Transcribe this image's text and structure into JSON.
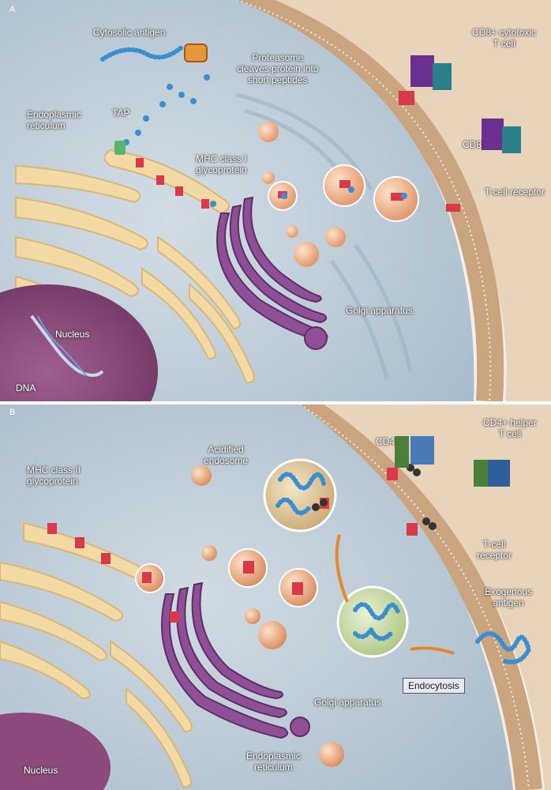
{
  "panel_a": {
    "letter": "A",
    "cytosolic_antigen": "Cytosolic antigen",
    "proteasome": "Proteasome\ncleaves protein into\nshort peptides",
    "tap": "TAP",
    "er": "Endoplasmic\nreticulum",
    "mhc1": "MHC class I\nglycoprotein",
    "cd8_tcell": "CD8+ cytotoxic\nT cell",
    "cd8": "CD8",
    "tcr": "T-cell receptor",
    "golgi": "Golgi apparatus",
    "nucleus": "Nucleus",
    "dna": "DNA"
  },
  "panel_b": {
    "letter": "B",
    "mhc2": "MHC class II\nglycoprotein",
    "acid_endosome": "Acidified\nendosome",
    "cd4": "CD4",
    "cd4_tcell": "CD4+ helper\nT cell",
    "tcr": "T-cell\nreceptor",
    "exo_antigen": "Exogenous\nantigen",
    "endocytosis": "Endocytosis",
    "golgi": "Golgi apparatus",
    "er": "Endoplasmic\nreticulum",
    "nucleus": "Nucleus"
  },
  "colors": {
    "cytoplasm": "#b9cad6",
    "membrane": "#c9a47e",
    "er": "#f3d9a4",
    "golgi": "#8e4f94",
    "nucleus": "#8b4a7b",
    "tcell": "#f1dbc8",
    "peptide": "#3a8fd0",
    "mhc": "#d83a4a"
  }
}
